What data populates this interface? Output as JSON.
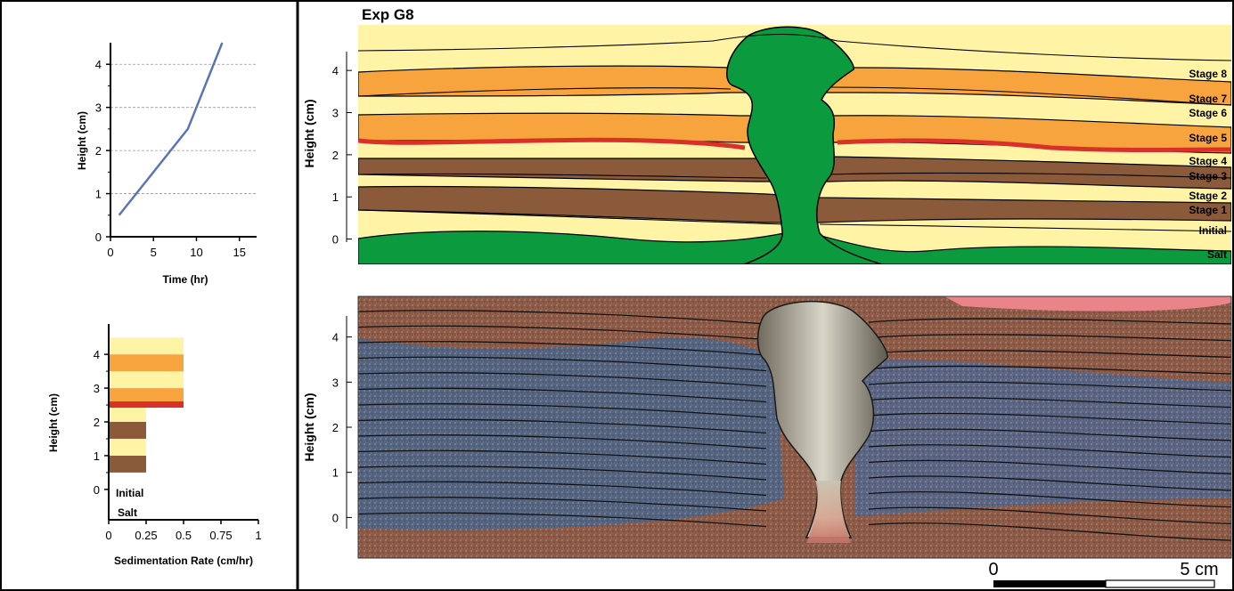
{
  "figure_title": "Exp G8",
  "colors": {
    "yellow": "#fff4a6",
    "orange": "#f7a43f",
    "brown": "#8a5a3b",
    "green": "#0c9a3e",
    "red": "#d8312a",
    "line": "#5b74b5"
  },
  "scale_bar": {
    "start_label": "0",
    "end_label": "5 cm"
  },
  "chart_data": [
    {
      "type": "line",
      "xlabel": "Time (hr)",
      "ylabel": "Height (cm)",
      "xlim": [
        0,
        17
      ],
      "ylim": [
        0,
        4.5
      ],
      "x_ticks": [
        "0",
        "5",
        "10",
        "15"
      ],
      "y_ticks": [
        "0",
        "1",
        "2",
        "3",
        "4"
      ],
      "grid": "horizontal dashed",
      "series": [
        {
          "x": [
            1,
            9,
            13
          ],
          "y": [
            0.5,
            2.5,
            4.5
          ]
        }
      ]
    },
    {
      "type": "bar",
      "orientation": "horizontal stacked",
      "xlabel": "Sedimentation Rate (cm/hr)",
      "ylabel": "Height (cm)",
      "xlim": [
        0,
        1
      ],
      "ylim": [
        -0.9,
        4.9
      ],
      "x_ticks": [
        "0",
        "0.25",
        "0.5",
        "0.75",
        "1"
      ],
      "y_ticks": [
        "0",
        "1",
        "2",
        "3",
        "4"
      ],
      "bars": [
        {
          "y0": 0.5,
          "y1": 1.0,
          "rate": 0.25,
          "fill": "brown"
        },
        {
          "y0": 1.0,
          "y1": 1.5,
          "rate": 0.25,
          "fill": "yellow"
        },
        {
          "y0": 1.5,
          "y1": 2.0,
          "rate": 0.25,
          "fill": "brown"
        },
        {
          "y0": 2.0,
          "y1": 2.5,
          "rate": 0.25,
          "fill": "yellow"
        },
        {
          "y0": 2.5,
          "y1": 3.0,
          "rate": 0.5,
          "fill": "orange"
        },
        {
          "y0": 3.0,
          "y1": 3.5,
          "rate": 0.5,
          "fill": "yellow"
        },
        {
          "y0": 3.5,
          "y1": 4.0,
          "rate": 0.5,
          "fill": "orange"
        },
        {
          "y0": 4.0,
          "y1": 4.5,
          "rate": 0.5,
          "fill": "yellow"
        }
      ],
      "marker_line": {
        "height": 2.5,
        "rate": 0.5
      },
      "annotations": [
        "Initial",
        "Salt"
      ]
    },
    {
      "type": "area",
      "ylabel": "Height (cm)",
      "ylim": [
        -0.6,
        4.7
      ],
      "y_ticks": [
        "0",
        "1",
        "2",
        "3",
        "4"
      ],
      "layer_labels": [
        "Stage 8",
        "Stage 7",
        "Stage 6",
        "Stage 5",
        "Stage 4",
        "Stage 3",
        "Stage 2",
        "Stage 1",
        "Initial",
        "Salt"
      ]
    },
    {
      "type": "area",
      "ylabel": "Height (cm)",
      "ylim": [
        -0.9,
        4.9
      ],
      "y_ticks": [
        "0",
        "1",
        "2",
        "3",
        "4"
      ]
    }
  ]
}
